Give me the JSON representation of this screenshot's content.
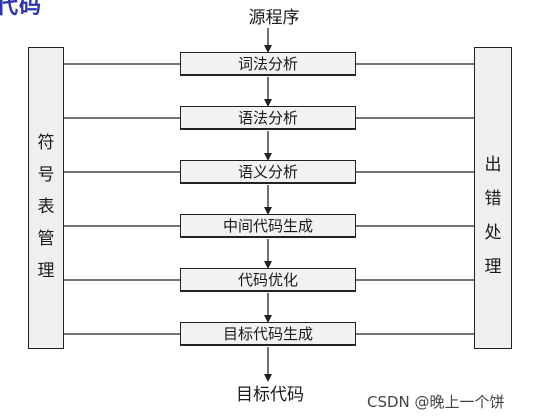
{
  "partial_title": "代码",
  "source_label": "源程序",
  "target_label": "目标代码",
  "phases": [
    "词法分析",
    "语法分析",
    "语义分析",
    "中间代码生成",
    "代码优化",
    "目标代码生成"
  ],
  "left_panel": {
    "chars": [
      "符",
      "号",
      "表",
      "管",
      "理"
    ]
  },
  "right_panel": {
    "chars": [
      "出",
      "错",
      "处",
      "理"
    ]
  },
  "watermark": "CSDN @晚上一个饼",
  "colors": {
    "line": "#222222",
    "box_fill": "#f2f2f2",
    "title": "#2a35b0"
  }
}
